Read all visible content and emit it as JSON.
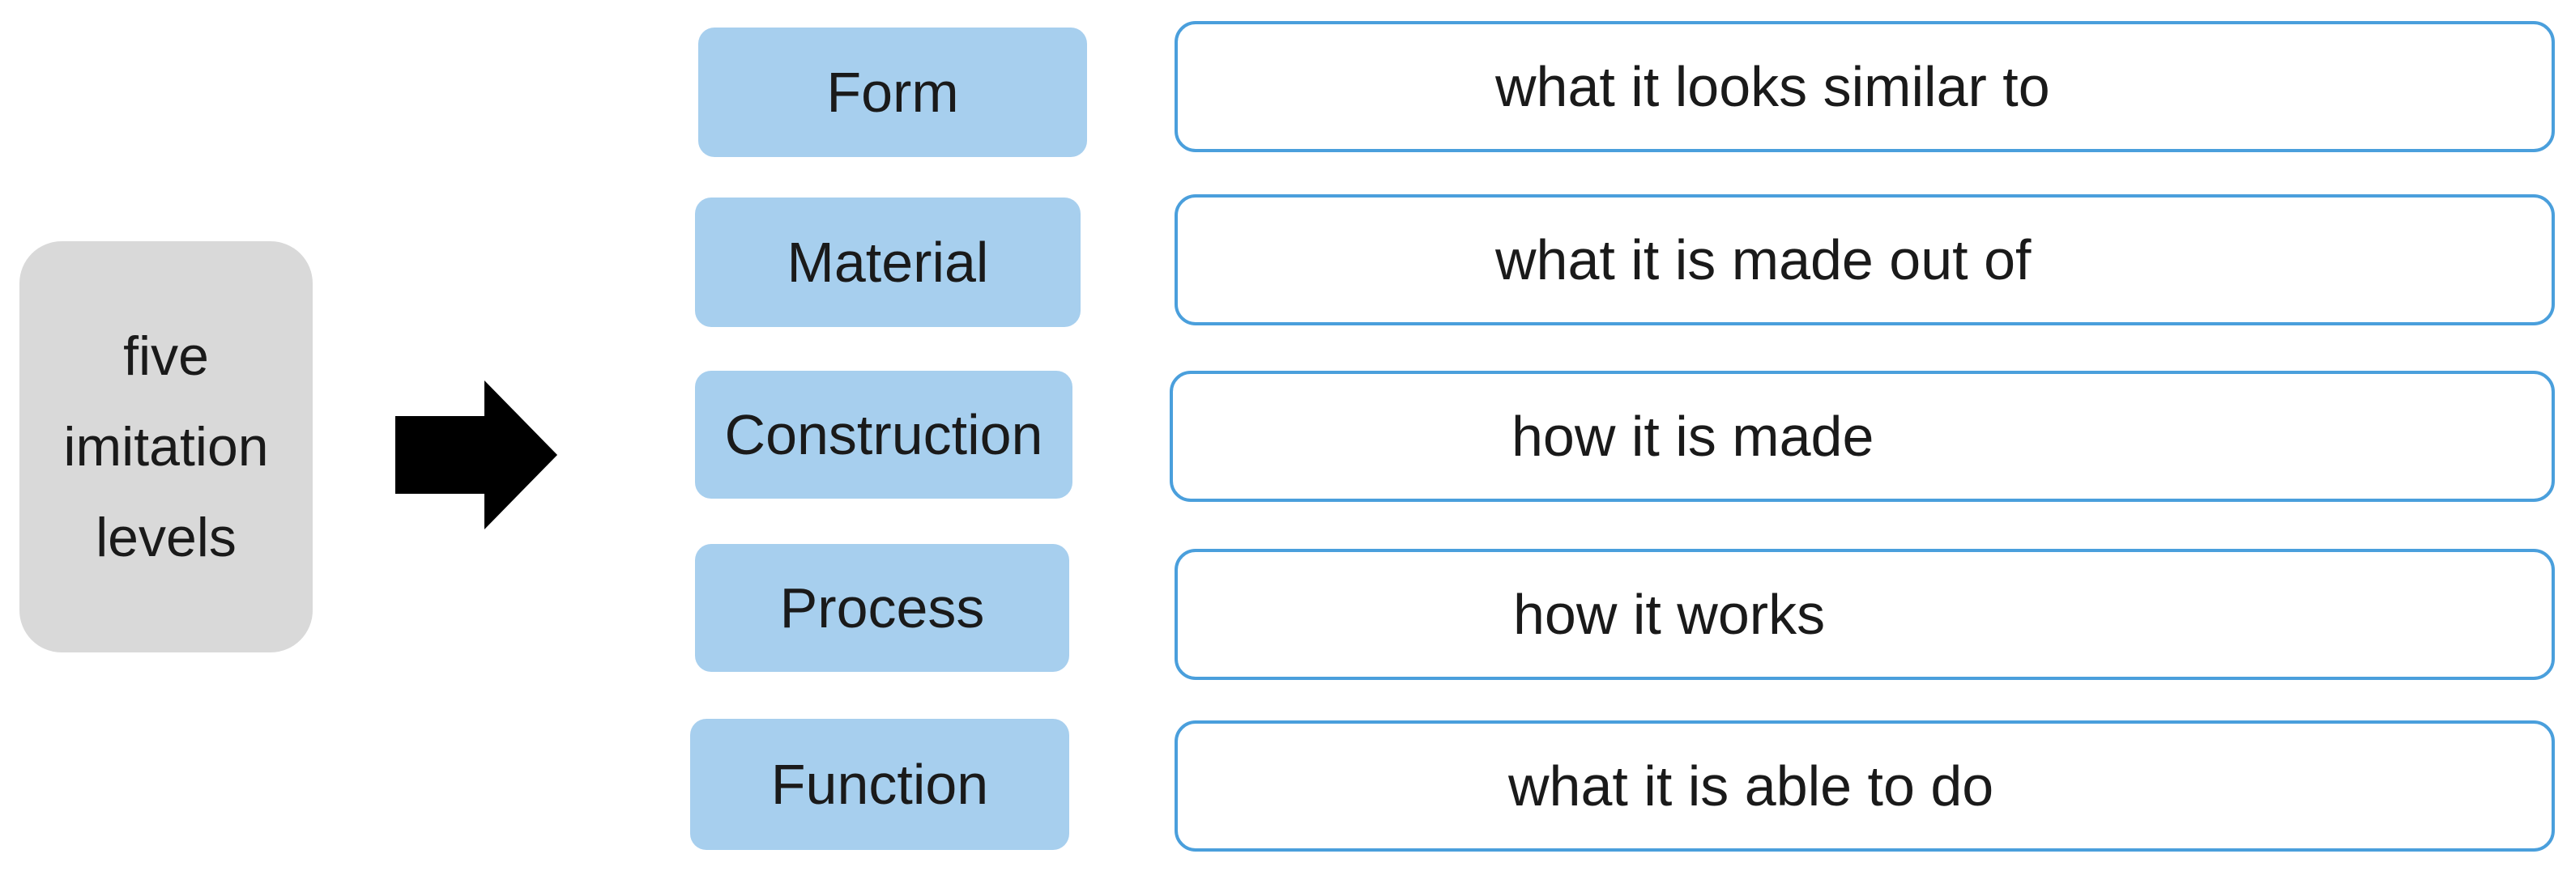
{
  "root": {
    "lines": [
      "five",
      "imitation",
      "levels"
    ]
  },
  "levels": [
    {
      "label": "Form",
      "description": "what it looks similar to"
    },
    {
      "label": "Material",
      "description": "what it is made out of"
    },
    {
      "label": "Construction",
      "description": "how it is made"
    },
    {
      "label": "Process",
      "description": "how it works"
    },
    {
      "label": "Function",
      "description": "what it is able to do"
    }
  ],
  "colors": {
    "root_fill": "#d9d9d9",
    "level_fill": "#a7cfee",
    "description_border": "#4a9fdc",
    "arrow": "#000000"
  }
}
